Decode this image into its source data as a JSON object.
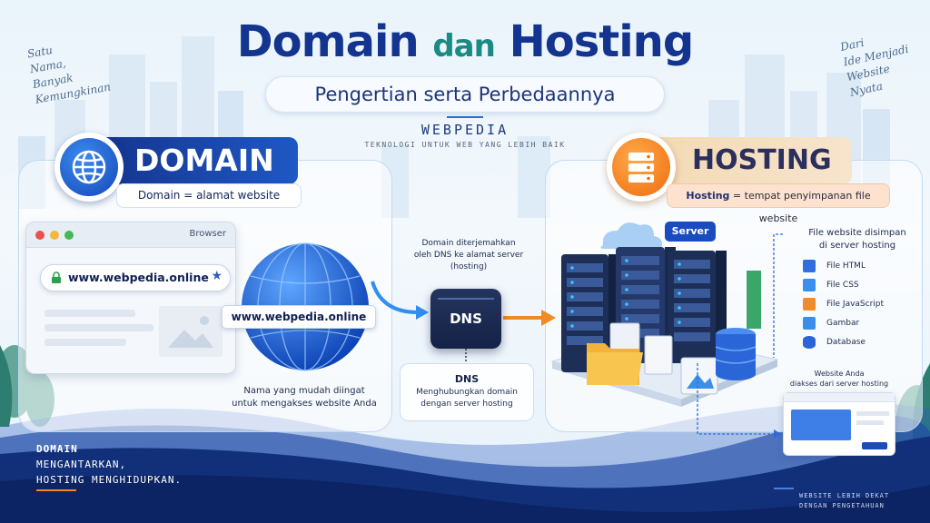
{
  "title": {
    "word1": "Domain",
    "word2": "dan",
    "word3": "Hosting"
  },
  "subtitle": "Pengertian serta Perbedaannya",
  "brand": {
    "name": "WEBPEDIA",
    "tagline": "TEKNOLOGI UNTUK WEB YANG LEBIH BAIK"
  },
  "side_notes": {
    "left": [
      "Satu",
      "Nama,",
      "Banyak",
      "Kemungkinan"
    ],
    "right": [
      "Dari",
      "Ide Menjadi",
      "Website",
      "Nyata"
    ]
  },
  "domain": {
    "heading": "DOMAIN",
    "definition": "Domain = alamat website",
    "browser_label": "Browser",
    "url": "www.webpedia.online",
    "globe_label": "www.webpedia.online",
    "caption": [
      "Nama yang mudah diingat",
      "untuk mengakses website Anda"
    ],
    "icon": "globe-icon"
  },
  "dns": {
    "note": [
      "Domain diterjemahkan",
      "oleh DNS ke alamat server",
      "(hosting)"
    ],
    "box_label": "DNS",
    "card_title": "DNS",
    "card_desc": [
      "Menghubungkan domain",
      "dengan server hosting"
    ]
  },
  "hosting": {
    "heading": "HOSTING",
    "definition_term": "Hosting",
    "definition_rest": " = tempat penyimpanan file website",
    "server_label": "Server",
    "files_title": [
      "File website disimpan",
      "di server hosting"
    ],
    "files": [
      {
        "label": "File HTML",
        "icon": "html-file-icon",
        "color": "#2f6fe0"
      },
      {
        "label": "File CSS",
        "icon": "css-file-icon",
        "color": "#3a8ef0"
      },
      {
        "label": "File JavaScript",
        "icon": "js-file-icon",
        "color": "#f28c28"
      },
      {
        "label": "Gambar",
        "icon": "image-file-icon",
        "color": "#3c8fe8"
      },
      {
        "label": "Database",
        "icon": "database-icon",
        "color": "#2a66d8"
      }
    ],
    "access_caption": [
      "Website Anda",
      "diakses dari server hosting"
    ],
    "icon": "server-icon"
  },
  "footer": {
    "left": [
      "DOMAIN",
      "MENGANTARKAN,",
      "HOSTING MENGHIDUPKAN."
    ],
    "right": [
      "WEBSITE LEBIH DEKAT",
      "DENGAN PENGETAHUAN"
    ]
  },
  "colors": {
    "navy": "#13348f",
    "teal": "#1a8a85",
    "orange": "#f08a24",
    "blue": "#1f58c4"
  }
}
